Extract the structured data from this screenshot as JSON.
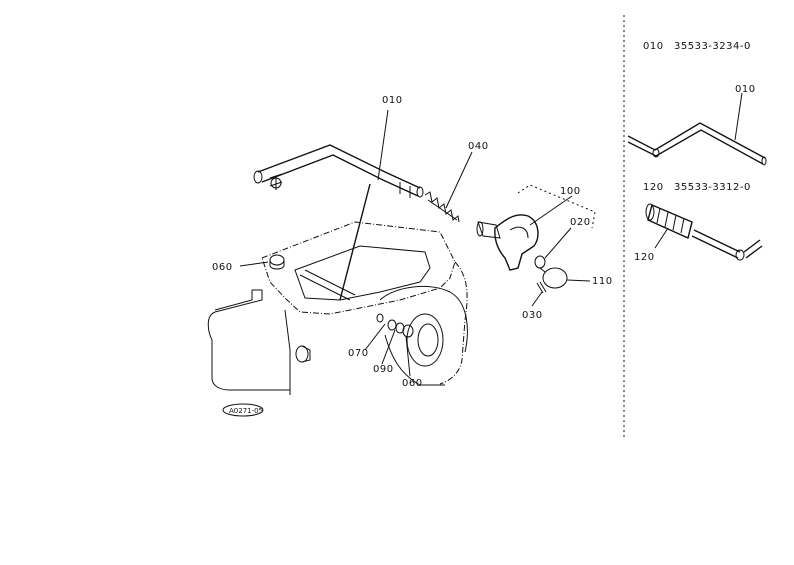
{
  "callouts": {
    "c010": "010",
    "c040": "040",
    "c100": "100",
    "c020": "020",
    "c110": "110",
    "c030": "030",
    "c060a": "060",
    "c070": "070",
    "c090": "090",
    "c060b": "060",
    "stamp": "A0271-05"
  },
  "side_panel": {
    "part1": {
      "ref": "010",
      "number": "35533-3234-0",
      "label": "010"
    },
    "part2": {
      "ref": "120",
      "number": "35533-3312-0",
      "label": "120"
    }
  }
}
